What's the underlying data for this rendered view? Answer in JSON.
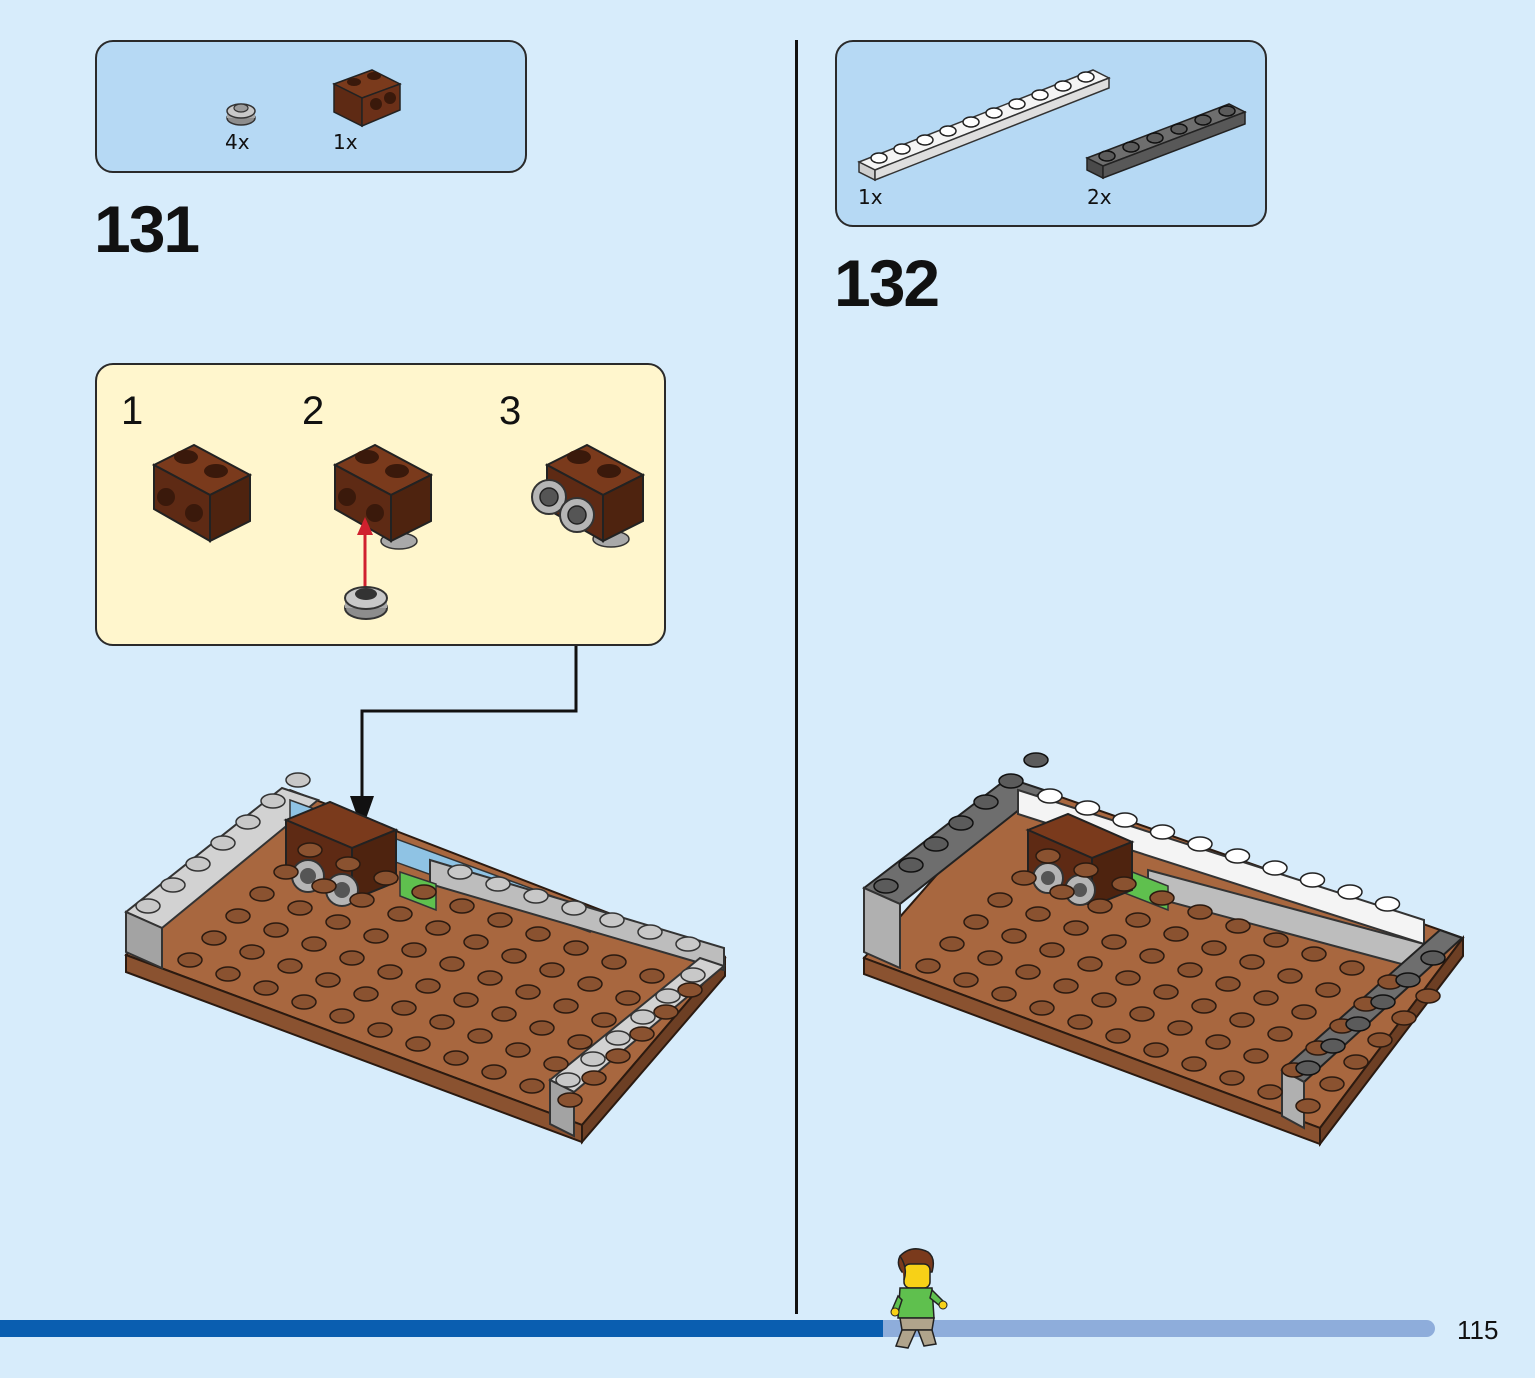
{
  "step131": {
    "number": "131",
    "parts": [
      {
        "qty": "4x",
        "name": "light-gray-round-plate-1x1"
      },
      {
        "qty": "1x",
        "name": "reddish-brown-brick-1x2-studs-on-side"
      }
    ],
    "substeps": [
      "1",
      "2",
      "3"
    ]
  },
  "step132": {
    "number": "132",
    "parts": [
      {
        "qty": "1x",
        "name": "white-plate-1x10"
      },
      {
        "qty": "2x",
        "name": "dark-gray-plate-1x6"
      }
    ]
  },
  "footer": {
    "page_number": "115",
    "progress": 0.615
  },
  "colors": {
    "background": "#d7ecfb",
    "parts_box": "#b6d9f4",
    "substep_box": "#fff6cd",
    "progress_done": "#0a5eb0",
    "progress_todo": "#8eaddb",
    "brown": "#5e2a14",
    "base_tan": "#a8673f",
    "light_gray": "#b7b7b7",
    "dark_gray": "#5b5b5b",
    "arrow_red": "#d0202e"
  }
}
